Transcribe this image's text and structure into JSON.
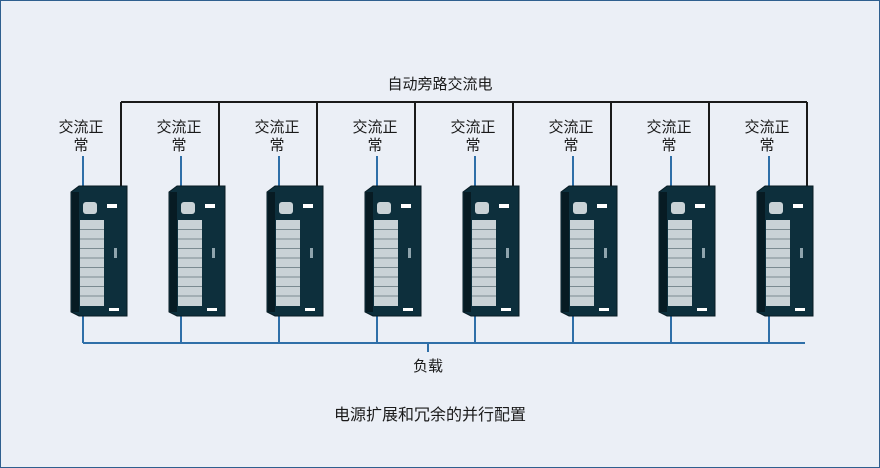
{
  "diagram": {
    "bypass_label": "自动旁路交流电",
    "load_label": "负载",
    "caption": "电源扩展和冗余的并行配置",
    "unit_count": 8,
    "input_label_line1": "交流正",
    "input_label_line2": "常"
  },
  "colors": {
    "background": "#ebeff6",
    "border": "#2f5f8f",
    "input_line": "#2f6fa8",
    "bypass_line": "#1a1a1a",
    "load_line": "#2f6fa8",
    "cabinet_body": "#0d2f3c",
    "cabinet_edge": "#071b23",
    "screen": "#c9d2d6"
  }
}
